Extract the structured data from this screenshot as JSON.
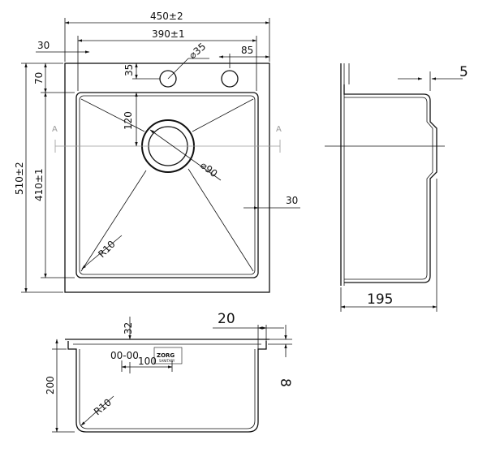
{
  "dimensions": {
    "overall_width": "450±2",
    "bowl_width": "390±1",
    "side_margin": "30",
    "tap_hole_dia": "⌀35",
    "tap_offset_side": "85",
    "tap_offset_top": "35",
    "top_margin": "70",
    "overall_length": "510±2",
    "bowl_length": "410±1",
    "drain_offset": "120",
    "drain_dia": "⌀90",
    "bowl_side_margin": "30",
    "corner_radius": "R10",
    "side_thickness": "5",
    "side_height": "195",
    "front_flange": "20",
    "front_drop": "32",
    "front_depth": "200",
    "front_overflow_spacing": "100",
    "front_rim": "8",
    "front_corner_radius": "R10"
  },
  "section_marks": [
    "A",
    "A"
  ],
  "overflow_label": "00-00",
  "brand": {
    "name": "ZORG",
    "subtitle": "SANITARY"
  }
}
